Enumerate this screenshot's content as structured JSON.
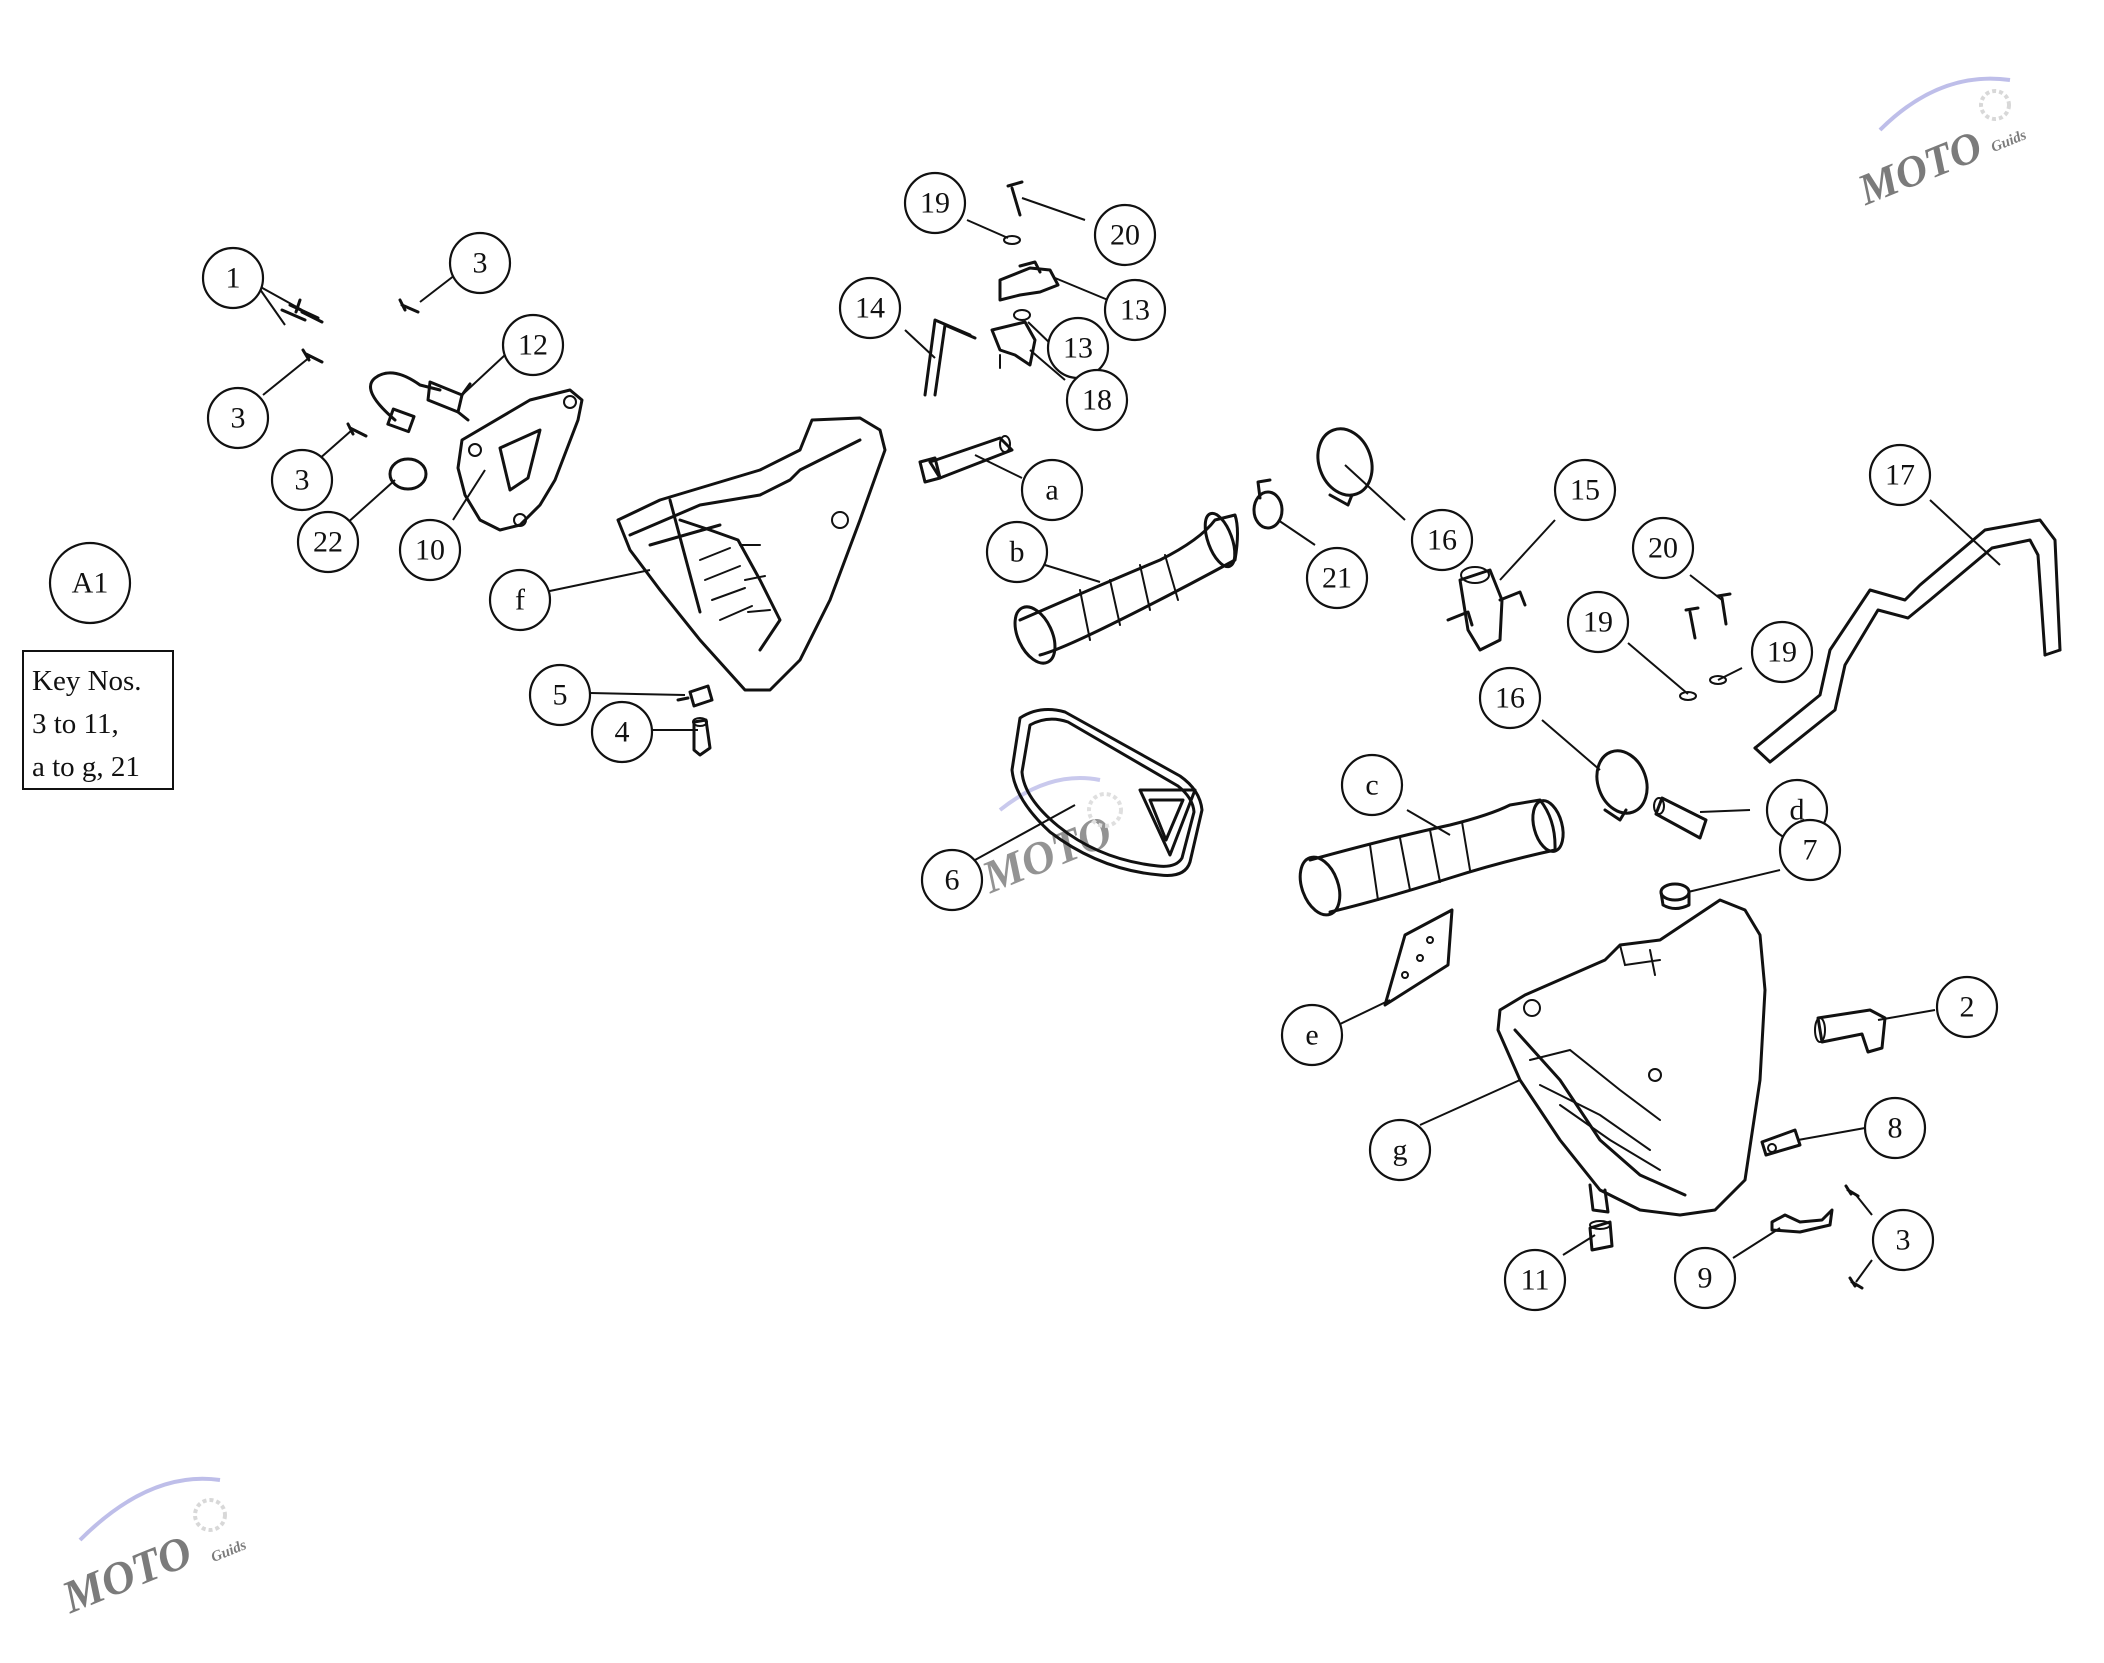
{
  "figure": {
    "group_label": "A1",
    "key_note": {
      "line1": "Key Nos.",
      "line2": "3 to 11,",
      "line3": "a to g, 21"
    }
  },
  "watermark": {
    "brand": "MOTO",
    "sub": "Guids"
  },
  "callouts": [
    {
      "id": "1",
      "label": "1"
    },
    {
      "id": "3a",
      "label": "3"
    },
    {
      "id": "3b",
      "label": "3"
    },
    {
      "id": "3c",
      "label": "3"
    },
    {
      "id": "12",
      "label": "12"
    },
    {
      "id": "22",
      "label": "22"
    },
    {
      "id": "10",
      "label": "10"
    },
    {
      "id": "f",
      "label": "f"
    },
    {
      "id": "5",
      "label": "5"
    },
    {
      "id": "4",
      "label": "4"
    },
    {
      "id": "19a",
      "label": "19"
    },
    {
      "id": "20a",
      "label": "20"
    },
    {
      "id": "14",
      "label": "14"
    },
    {
      "id": "13a",
      "label": "13"
    },
    {
      "id": "13b",
      "label": "13"
    },
    {
      "id": "18",
      "label": "18"
    },
    {
      "id": "a",
      "label": "a"
    },
    {
      "id": "b",
      "label": "b"
    },
    {
      "id": "6",
      "label": "6"
    },
    {
      "id": "21",
      "label": "21"
    },
    {
      "id": "16a",
      "label": "16"
    },
    {
      "id": "15",
      "label": "15"
    },
    {
      "id": "20b",
      "label": "20"
    },
    {
      "id": "19b",
      "label": "19"
    },
    {
      "id": "19c",
      "label": "19"
    },
    {
      "id": "16b",
      "label": "16"
    },
    {
      "id": "17",
      "label": "17"
    },
    {
      "id": "c",
      "label": "c"
    },
    {
      "id": "d",
      "label": "d"
    },
    {
      "id": "7",
      "label": "7"
    },
    {
      "id": "e",
      "label": "e"
    },
    {
      "id": "2",
      "label": "2"
    },
    {
      "id": "g",
      "label": "g"
    },
    {
      "id": "8",
      "label": "8"
    },
    {
      "id": "3d",
      "label": "3"
    },
    {
      "id": "11",
      "label": "11"
    },
    {
      "id": "9",
      "label": "9"
    }
  ]
}
